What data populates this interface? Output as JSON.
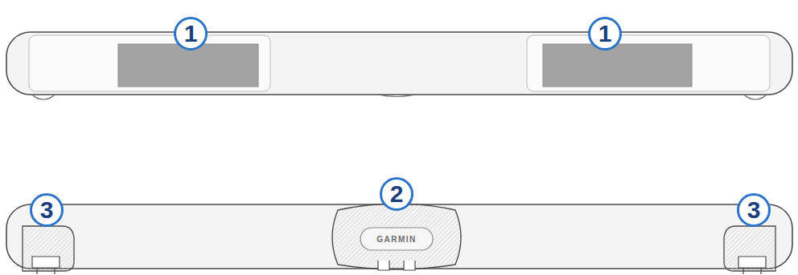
{
  "diagram": {
    "labels": [
      "1",
      "1",
      "2",
      "3",
      "3",
      "GARMIN"
    ]
  }
}
